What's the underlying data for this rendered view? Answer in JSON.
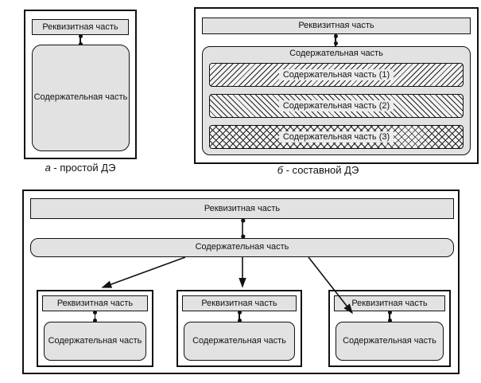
{
  "colors": {
    "background": "#ffffff",
    "box_fill": "#e2e2e2",
    "border": "#111111",
    "hatch_base": "#f3f3f3"
  },
  "diagram_a": {
    "requisite_label": "Реквизитная часть",
    "content_label": "Содержательная часть",
    "caption_letter": "а",
    "caption_text": " - простой ДЭ"
  },
  "diagram_b": {
    "requisite_label": "Реквизитная часть",
    "content_title": "Содержательная часть",
    "bars": [
      {
        "label": "Содержательная часть (1)",
        "hatch": "forward-diagonal"
      },
      {
        "label": "Содержательная часть (2)",
        "hatch": "backward-diagonal"
      },
      {
        "label": "Содержательная часть (3)",
        "hatch": "cross"
      }
    ],
    "caption_letter": "б",
    "caption_text": " - составной ДЭ"
  },
  "diagram_c": {
    "requisite_label": "Реквизитная часть",
    "content_label": "Содержательная часть",
    "children": [
      {
        "requisite_label": "Реквизитная часть",
        "content_label": "Содержательная часть"
      },
      {
        "requisite_label": "Реквизитная часть",
        "content_label": "Содержательная часть"
      },
      {
        "requisite_label": "Реквизитная часть",
        "content_label": "Содержательная часть"
      }
    ]
  }
}
